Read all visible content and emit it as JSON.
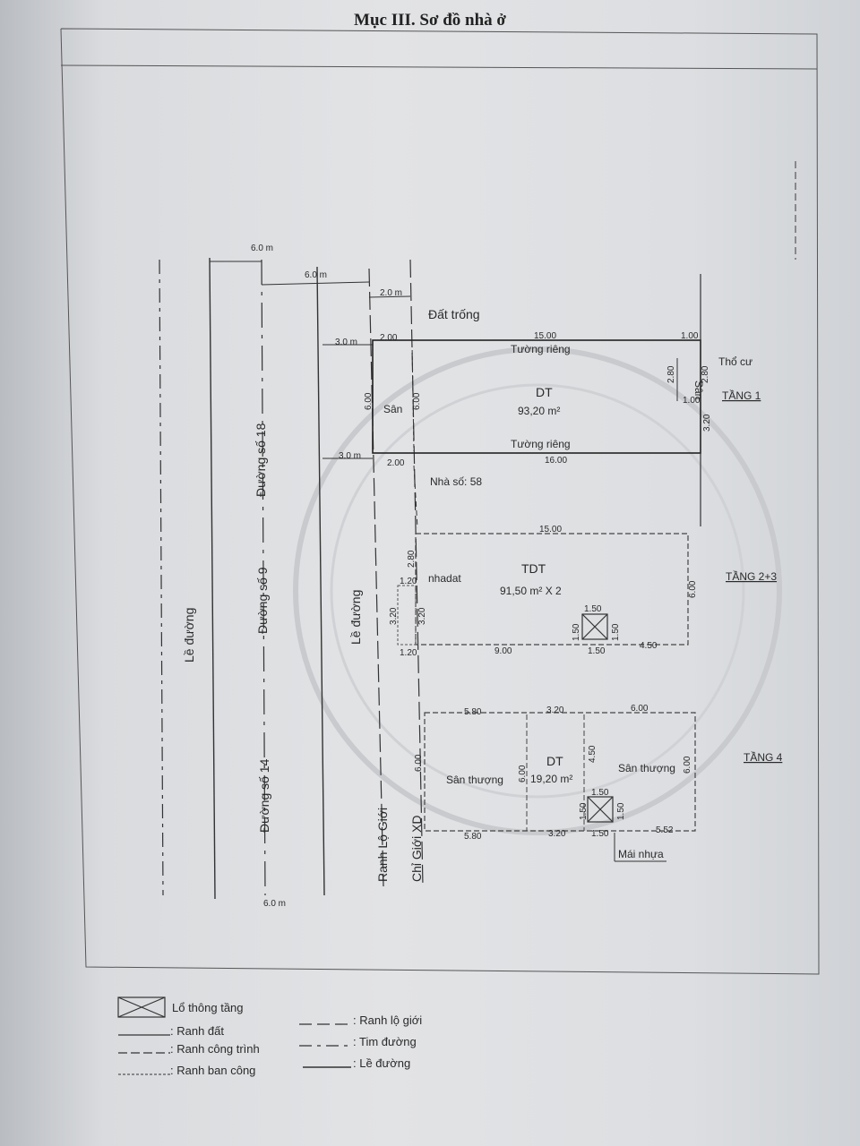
{
  "title": "Mục III. Sơ đồ nhà ở",
  "roads": {
    "le_duong_left": "Lề đường",
    "duong_so_18": "Đường số 18",
    "duong_so_9": "Đường số 9",
    "duong_so_14": "Đường số 14",
    "le_duong_right": "Lề đường",
    "ranh_lo_gioi": "Ranh Lộ Giới",
    "chi_gioi_xd": "Chỉ Giới XD",
    "width_top": "6.0 m",
    "width_bottom": "6.0 m",
    "half_width": "6.0 m",
    "sidewalk_2m": "2.0 m",
    "setback_top": "3.0 m",
    "setback_bottom": "3.0 m"
  },
  "floor1": {
    "dat_trong": "Đất trống",
    "tuong_rieng_top": "Tường riêng",
    "tuong_rieng_bottom": "Tường riêng",
    "san_left": "Sân",
    "san_right": "Sân",
    "dt_label": "DT",
    "dt_value": "93,20 m²",
    "tho_cu": "Thổ cư",
    "tang": "TẦNG 1",
    "nha_so": "Nhà số: 58",
    "dims": {
      "top_2": "2.00",
      "top_15": "15.00",
      "top_1": "1.00",
      "left_6": "6.00",
      "mid_6": "6.00",
      "r_280a": "2.80",
      "r_280b": "2.80",
      "r_100": "1.00",
      "r_320": "3.20",
      "bot_2": "2.00",
      "bot_16": "16.00"
    }
  },
  "floor23": {
    "label": "TDT",
    "value": "91,50 m² X 2",
    "tang": "TẦNG 2+3",
    "dims": {
      "top_15": "15.00",
      "l_280": "2.80",
      "l_120a": "1.20",
      "l_320a": "3.20",
      "l_320b": "3.20",
      "l_120b": "1.20",
      "r_6": "6.00",
      "v_150a": "1.50",
      "v_150b": "1.50",
      "v_150c": "1.50",
      "v_150d": "1.50",
      "bot_9": "9.00",
      "bot_150": "1.50",
      "bot_450": "4.50"
    }
  },
  "floor4": {
    "san_thuong_left": "Sân thượng",
    "san_thuong_right": "Sân thượng",
    "dt_label": "DT",
    "dt_value": "19,20 m²",
    "tang": "TẦNG 4",
    "mai_nhua": "Mái nhựa",
    "dims": {
      "top_580": "5.80",
      "top_320": "3.20",
      "top_6": "6.00",
      "l_6": "6.00",
      "m_6": "6.00",
      "m_450": "4.50",
      "r_6": "6.00",
      "v_150a": "1.50",
      "v_150b": "1.50",
      "v_150c": "1.50",
      "bot_580": "5.80",
      "bot_320": "3.20",
      "bot_150": "1.50",
      "bot_552": "5.52"
    }
  },
  "legend": {
    "lo_thong_tang": "Lổ thông tầng",
    "ranh_dat": ": Ranh đất",
    "ranh_cong_trinh": ": Ranh công trình",
    "ranh_ban_cong": ": Ranh ban công",
    "ranh_lo_gioi": ": Ranh lộ giới",
    "tim_duong": ": Tim đường",
    "le_duong": ": Lề đường"
  },
  "watermark": "nhadat"
}
